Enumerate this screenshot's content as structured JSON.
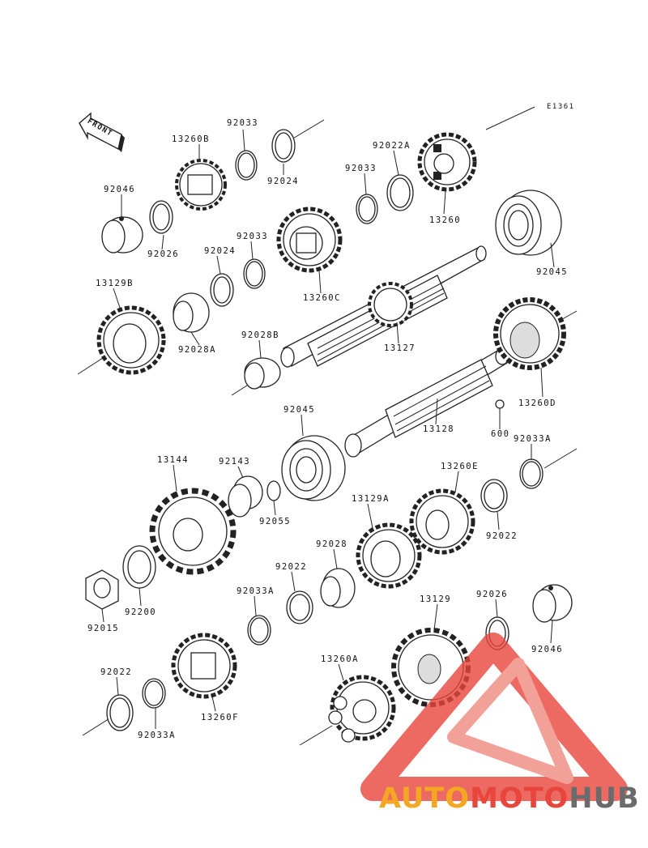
{
  "diagram_code": "E1361",
  "front_label": "FRONT",
  "watermark": {
    "part1": "AUTO",
    "part2": "MOTO",
    "part3": "HUB",
    "color1": "#f5a623",
    "color2": "#e8453c",
    "color3": "#6b6b6b"
  },
  "labels": {
    "p92046a": "92046",
    "p13260b": "13260B",
    "p92033a": "92033",
    "p92024a": "92024",
    "p92026a": "92026",
    "p92022a_top": "92022A",
    "p92033b": "92033",
    "p13260": "13260",
    "p92045a": "92045",
    "p92033c": "92033",
    "p92024b": "92024",
    "p13260c": "13260C",
    "p13129b": "13129B",
    "p92028a": "92028A",
    "p13127": "13127",
    "p92028b": "92028B",
    "p13260d": "13260D",
    "p92045b": "92045",
    "p13128": "13128",
    "p600": "600",
    "p92033a_r": "92033A",
    "p13144": "13144",
    "p92143": "92143",
    "p92055": "92055",
    "p13260e": "13260E",
    "p13129a": "13129A",
    "p92022r": "92022",
    "p92028": "92028",
    "p92022m": "92022",
    "p92200": "92200",
    "p92015": "92015",
    "p92033a_m": "92033A",
    "p92026b": "92026",
    "p13129": "13129",
    "p92046b": "92046",
    "p92022l": "92022",
    "p92033a_l": "92033A",
    "p13260a": "13260A",
    "p13260f": "13260F"
  }
}
